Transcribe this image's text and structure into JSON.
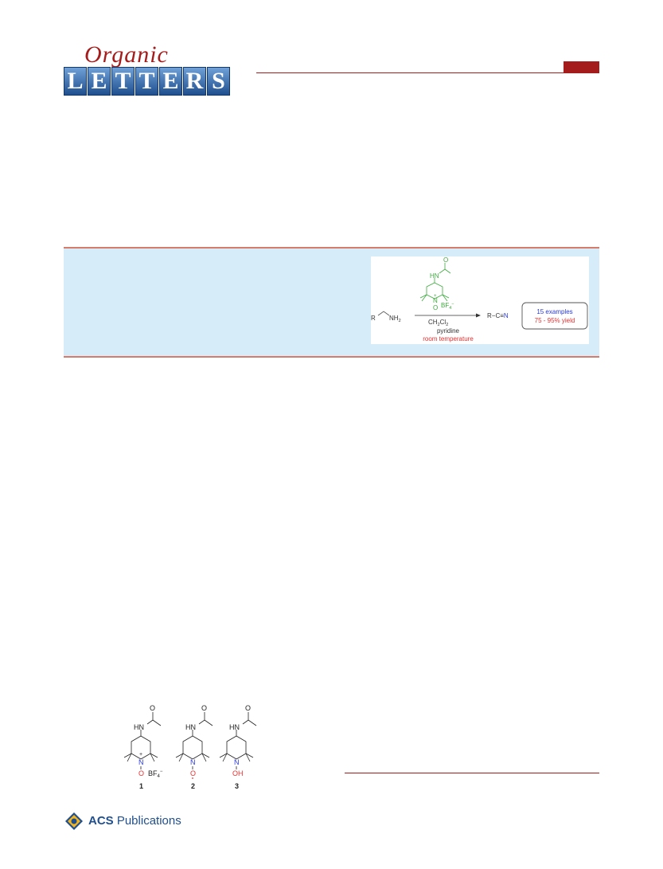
{
  "header": {
    "journal_script": "Organic",
    "journal_letters": [
      "L",
      "E",
      "T",
      "T",
      "E",
      "R",
      "S"
    ],
    "brand_red": "#a51c1c",
    "brand_blue": "#1f4f8f"
  },
  "toc_graphic": {
    "reactant_r": "R",
    "reactant_group": "NH",
    "reactant_sub": "2",
    "catalyst_carbonyl_o": "O",
    "catalyst_nh": "HN",
    "catalyst_n": "N",
    "catalyst_plus": "+",
    "catalyst_o": "O",
    "catalyst_counterion": "BF",
    "catalyst_counterion_sub": "4",
    "catalyst_counterion_charge": "−",
    "solvent_main": "CH",
    "solvent_sub1": "2",
    "solvent_cl": "Cl",
    "solvent_sub2": "2",
    "base": "pyridine",
    "condition": "room temperature",
    "product_r": "R",
    "product_bond": "−C≡",
    "product_n": "N",
    "examples": "15  examples",
    "yield": "75 - 95% yield",
    "catalyst_color": "#3daa3d",
    "condition_color": "#e53030",
    "examples_color": "#2b3bd6",
    "yield_color": "#e53030"
  },
  "structures": {
    "compounds": [
      {
        "label": "1",
        "top_o": "O",
        "nh": "HN",
        "n": "N",
        "plus": "+",
        "bottom": "O",
        "counterion": "BF",
        "counterion_sub": "4",
        "counterion_charge": "−"
      },
      {
        "label": "2",
        "top_o": "O",
        "nh": "HN",
        "n": "N",
        "bottom": "O"
      },
      {
        "label": "3",
        "top_o": "O",
        "nh": "HN",
        "n": "N",
        "bottom": "OH"
      }
    ]
  },
  "footer": {
    "publisher_bold": "ACS",
    "publisher_rest": " Publications"
  }
}
